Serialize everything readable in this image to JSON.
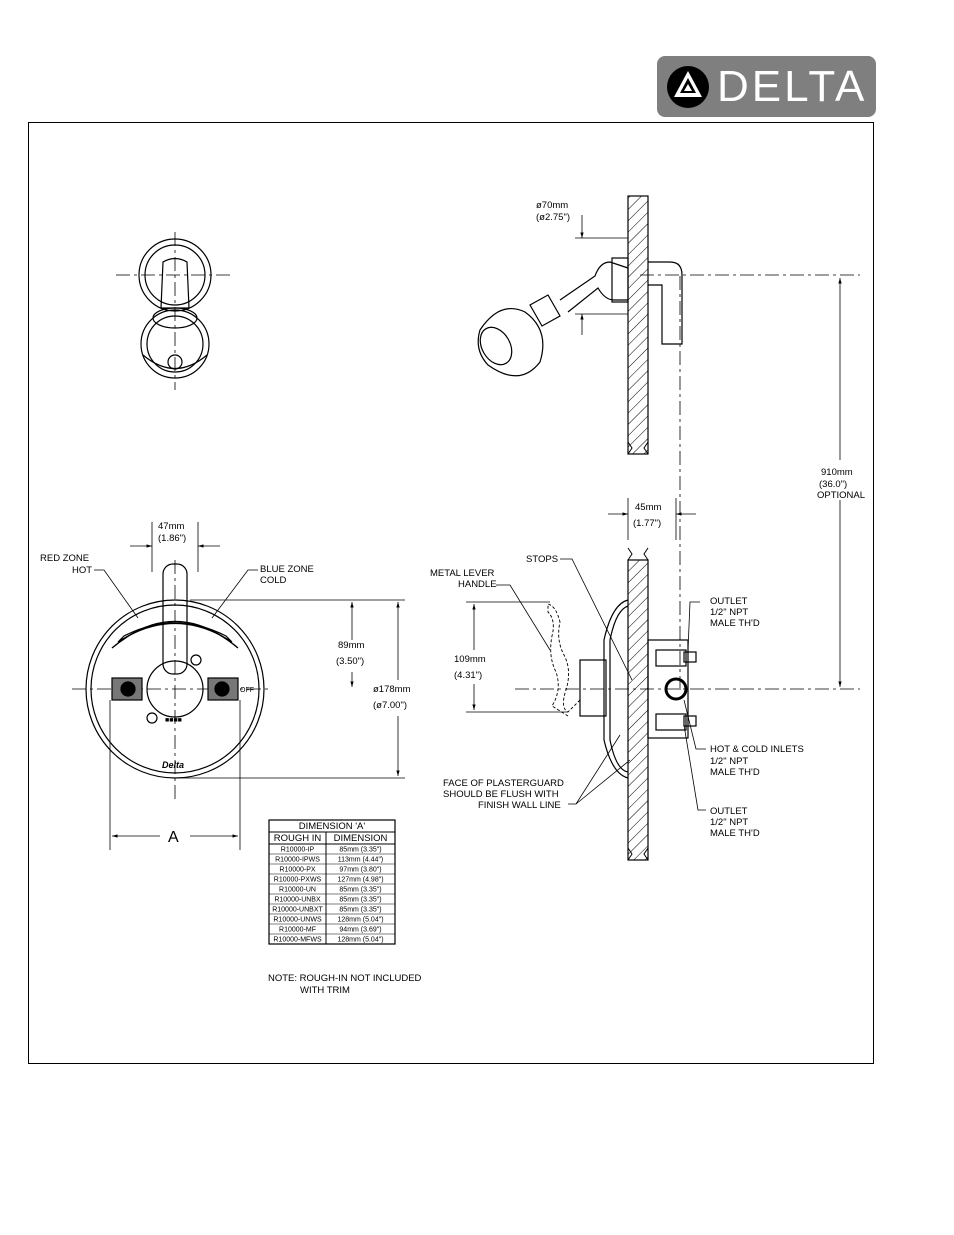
{
  "brand": {
    "name": "DELTA",
    "logo_icon": "delta-triangle-icon",
    "logo_bg": "#7f7f7f"
  },
  "top_view": {
    "hole": ""
  },
  "showerhead": {
    "dia_mm": "ø70mm",
    "dia_in": "(ø2.75\")"
  },
  "height": {
    "mm": "910mm",
    "in": "(36.0\")",
    "note": "OPTIONAL"
  },
  "wall_depth": {
    "mm": "45mm",
    "in": "(1.77\")"
  },
  "front": {
    "handle_w_mm": "47mm",
    "handle_w_in": "(1.86\")",
    "red_zone_1": "RED ZONE",
    "red_zone_2": "HOT",
    "blue_zone_1": "BLUE ZONE",
    "blue_zone_2": "COLD",
    "up_mm": "89mm",
    "up_in": "(3.50\")",
    "dia_mm": "ø178mm",
    "dia_in": "(ø7.00\")",
    "off": "OFF",
    "trim_logo": "Delta",
    "dim_a": "A"
  },
  "side": {
    "stops": "STOPS",
    "lever_1": "METAL LEVER",
    "lever_2": "HANDLE",
    "lever_mm": "109mm",
    "lever_in": "(4.31\")",
    "outlet_top_1": "OUTLET",
    "outlet_top_2": "1/2\" NPT",
    "outlet_top_3": "MALE TH'D",
    "inlets_1": "HOT & COLD INLETS",
    "inlets_2": "1/2\" NPT",
    "inlets_3": "MALE TH'D",
    "outlet_bot_1": "OUTLET",
    "outlet_bot_2": "1/2\" NPT",
    "outlet_bot_3": "MALE TH'D",
    "face_1": "FACE OF PLASTERGUARD",
    "face_2": "SHOULD BE FLUSH WITH",
    "face_3": "FINISH WALL LINE"
  },
  "table": {
    "title": "DIMENSION 'A'",
    "headers": [
      "ROUGH IN",
      "DIMENSION"
    ],
    "rows": [
      [
        "R10000-IP",
        "85mm  (3.35\")"
      ],
      [
        "R10000-IPWS",
        "113mm  (4.44\")"
      ],
      [
        "R10000-PX",
        "97mm  (3.80\")"
      ],
      [
        "R10000-PXWS",
        "127mm  (4.98\")"
      ],
      [
        "R10000-UN",
        "85mm  (3.35\")"
      ],
      [
        "R10000-UNBX",
        "85mm  (3.35\")"
      ],
      [
        "R10000-UNBXT",
        "85mm  (3.35\")"
      ],
      [
        "R10000-UNWS",
        "128mm  (5.04\")"
      ],
      [
        "R10000-MF",
        "94mm  (3.69\")"
      ],
      [
        "R10000-MFWS",
        "128mm  (5.04\")"
      ]
    ]
  },
  "note": {
    "line1": "NOTE: ROUGH-IN NOT INCLUDED",
    "line2": "WITH TRIM"
  }
}
